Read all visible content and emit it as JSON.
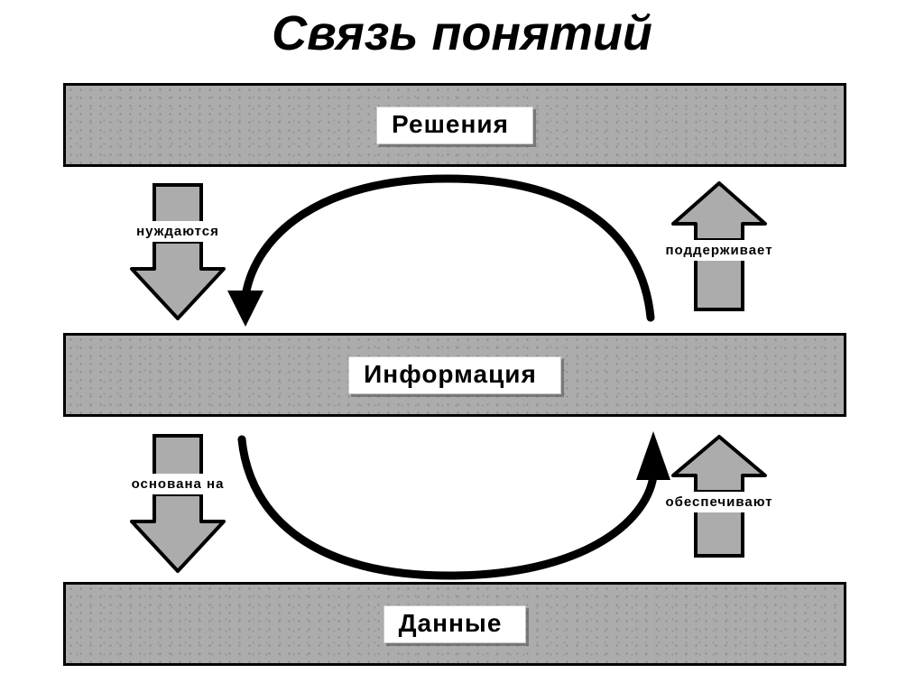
{
  "title": "Связь понятий",
  "colors": {
    "background": "#ffffff",
    "bar_fill": "#acacac",
    "outline": "#000000",
    "label_plate": "#ffffff",
    "text": "#000000"
  },
  "boxes": [
    {
      "id": "decisions",
      "label": "Решения"
    },
    {
      "id": "information",
      "label": "Информация"
    },
    {
      "id": "data",
      "label": "Данные"
    }
  ],
  "arrows": [
    {
      "id": "needs",
      "label": "нуждаются",
      "direction": "down",
      "from": "Решения",
      "to": "Информация"
    },
    {
      "id": "supports",
      "label": "поддерживает",
      "direction": "up",
      "from": "Информация",
      "to": "Решения"
    },
    {
      "id": "based-on",
      "label": "основана на",
      "direction": "down",
      "from": "Информация",
      "to": "Данные"
    },
    {
      "id": "provide",
      "label": "обеспечивают",
      "direction": "up",
      "from": "Данные",
      "to": "Информация"
    }
  ],
  "curved_arrows": [
    {
      "id": "decisions-information-loop",
      "from": "Решения",
      "to": "Информация",
      "shape": "arc-over-top, arrowhead at left pointing down"
    },
    {
      "id": "data-information-loop",
      "from": "Данные",
      "to": "Информация",
      "shape": "arc-under-bottom, arrowhead at right pointing up"
    }
  ]
}
